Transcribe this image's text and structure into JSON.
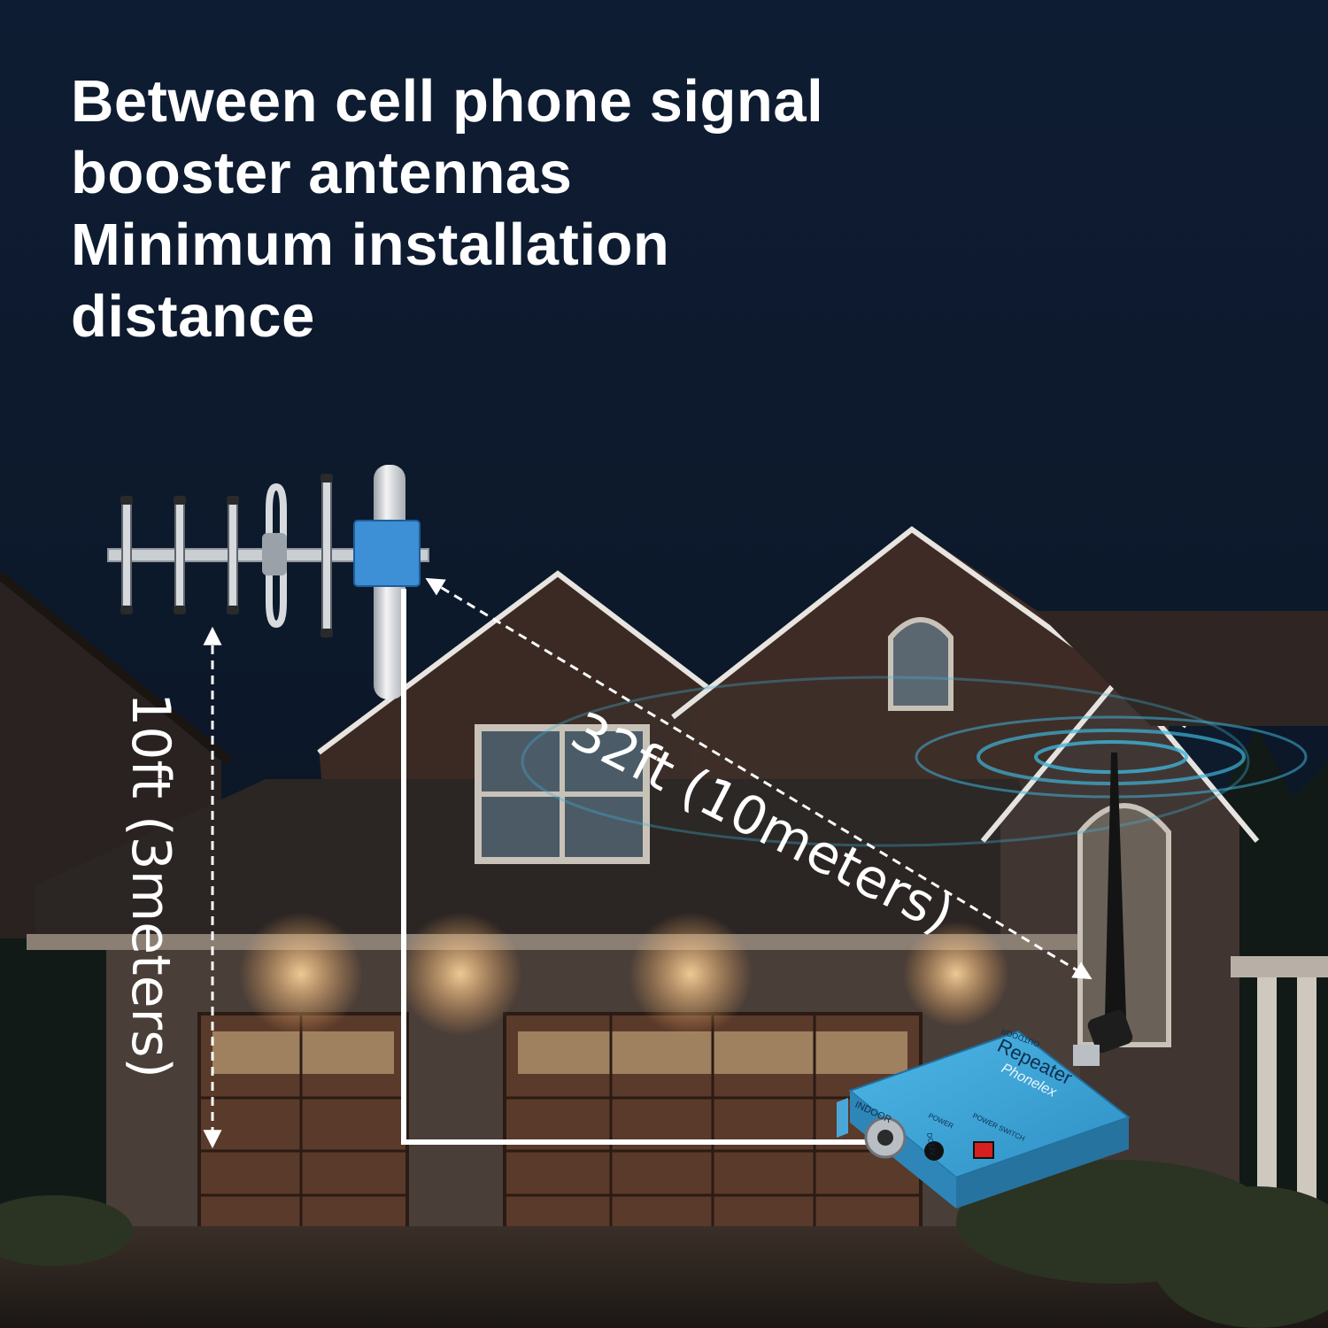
{
  "headline": {
    "line1": "Between cell phone signal",
    "line2": "booster antennas",
    "line3": "Minimum installation",
    "line4": "distance"
  },
  "dimensions": {
    "diagonal": "32ft (10meters)",
    "vertical": "10ft (3meters)"
  },
  "repeater": {
    "brand": "Phonelex",
    "model_label": "Repeater",
    "outdoor_label": "OUTDOOR",
    "indoor_label": "INDOOR",
    "power_label": "POWER",
    "power_switch_label": "POWER SWITCH",
    "dc_label": "DC12V"
  },
  "colors": {
    "sky": "#0d1a2e",
    "house": "#3a2620",
    "cable": "#ffffff",
    "repeater_body": "#3ca6d8",
    "signal_ring": "#3fb3d8"
  }
}
